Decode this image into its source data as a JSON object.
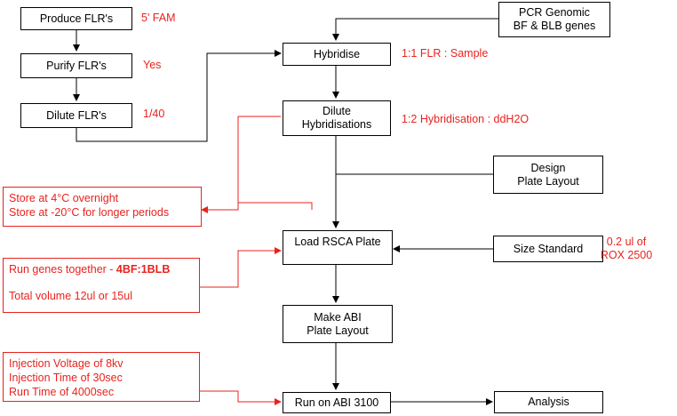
{
  "boxes": {
    "produce": "Produce FLR's",
    "purify": "Purify FLR's",
    "dilute_flr": "Dilute FLR's",
    "pcr": [
      "PCR Genomic",
      "BF & BLB genes"
    ],
    "hybridise": "Hybridise",
    "dilute_hyb": [
      "Dilute",
      "Hybridisations"
    ],
    "design": [
      "Design",
      "Plate Layout"
    ],
    "load": "Load RSCA Plate",
    "size_standard": "Size Standard",
    "make_abi": [
      "Make ABI",
      "Plate Layout"
    ],
    "run_abi": "Run on ABI 3100",
    "analysis": "Analysis"
  },
  "notes": {
    "fam": "5' FAM",
    "yes": "Yes",
    "dilution": "1/40",
    "ratio_flr": "1:1  FLR : Sample",
    "ratio_hyb": "1:2  Hybridisation : ddH2O",
    "rox": [
      "0.2 ul of",
      "ROX 2500"
    ]
  },
  "red_boxes": {
    "store": [
      "Store at 4°C overnight",
      "Store at -20°C for longer periods"
    ],
    "run_genes_prefix": "Run genes together - ",
    "run_genes_bold": "4BF:1BLB",
    "total_volume": "Total volume  12ul or 15ul",
    "injection": [
      "Injection Voltage of 8kv",
      "Injection Time of 30sec",
      "Run Time of 4000sec"
    ]
  },
  "colors": {
    "accent": "#e8231e",
    "line": "#000000"
  }
}
